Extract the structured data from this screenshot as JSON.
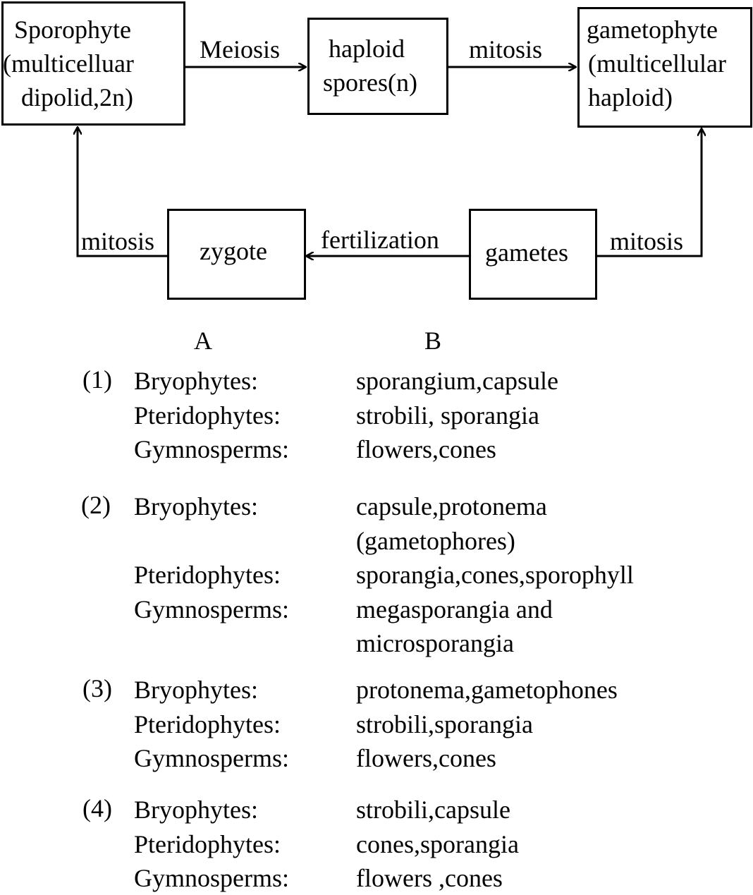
{
  "diagram": {
    "sporophyte": [
      "Sporophyte",
      "(multicelluar",
      "dipolid,2n)"
    ],
    "haploid_spores": [
      "haploid",
      "spores(n)"
    ],
    "gametophyte": [
      "gametophyte",
      "(multicellular",
      "haploid)"
    ],
    "zygote": "zygote",
    "gametes": "gametes",
    "arrows": {
      "meiosis": "Meiosis",
      "mitosis_top": "mitosis",
      "mitosis_left": "mitosis",
      "mitosis_right": "mitosis",
      "fertilization": "fertilization"
    }
  },
  "options": {
    "col_a": "A",
    "col_b": "B",
    "items": [
      {
        "num": "(1)",
        "rows": [
          [
            "Bryophytes:",
            "sporangium,capsule"
          ],
          [
            "Pteridophytes:",
            "strobili, sporangia"
          ],
          [
            "Gymnosperms:",
            "flowers,cones"
          ]
        ]
      },
      {
        "num": "(2)",
        "rows": [
          [
            "Bryophytes:",
            "capsule,protonema"
          ],
          [
            "",
            "(gametophores)"
          ],
          [
            "Pteridophytes:",
            "sporangia,cones,sporophyll"
          ],
          [
            "Gymnosperms:",
            "megasporangia and"
          ],
          [
            "",
            "microsporangia"
          ]
        ]
      },
      {
        "num": "(3)",
        "rows": [
          [
            "Bryophytes:",
            "protonema,gametophones"
          ],
          [
            "Pteridophytes:",
            "strobili,sporangia"
          ],
          [
            "Gymnosperms:",
            "flowers,cones"
          ]
        ]
      },
      {
        "num": "(4)",
        "rows": [
          [
            "Bryophytes:",
            "strobili,capsule"
          ],
          [
            "Pteridophytes:",
            "cones,sporangia"
          ],
          [
            "Gymnosperms:",
            "flowers ,cones"
          ]
        ]
      }
    ]
  }
}
